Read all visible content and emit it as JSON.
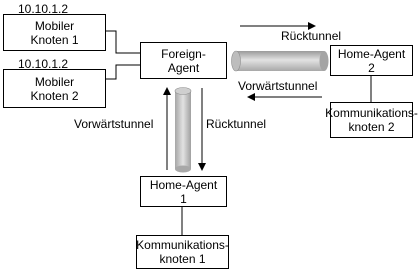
{
  "nodes": {
    "mobile1": {
      "ip": "10.10.1.2",
      "label": "Mobiler\nKnoten 1"
    },
    "mobile2": {
      "ip": "10.10.1.2",
      "label": "Mobiler\nKnoten 2"
    },
    "foreign_agent": {
      "label": "Foreign-\nAgent"
    },
    "home_agent2": {
      "label": "Home-Agent\n2"
    },
    "home_agent1": {
      "label": "Home-Agent\n1"
    },
    "comm_node2": {
      "label": "Kommunikations-\nknoten 2"
    },
    "comm_node1": {
      "label": "Kommunikations-\nknoten 1"
    }
  },
  "tunnels": {
    "horizontal": {
      "return_label": "Rücktunnel",
      "forward_label": "Vorwärtstunnel"
    },
    "vertical": {
      "forward_label": "Vorwärtstunnel",
      "return_label": "Rücktunnel"
    }
  },
  "colors": {
    "tunnel_light": "#e4e4e4",
    "tunnel_mid": "#bdbdbd",
    "tunnel_dark": "#8e8e8e"
  }
}
